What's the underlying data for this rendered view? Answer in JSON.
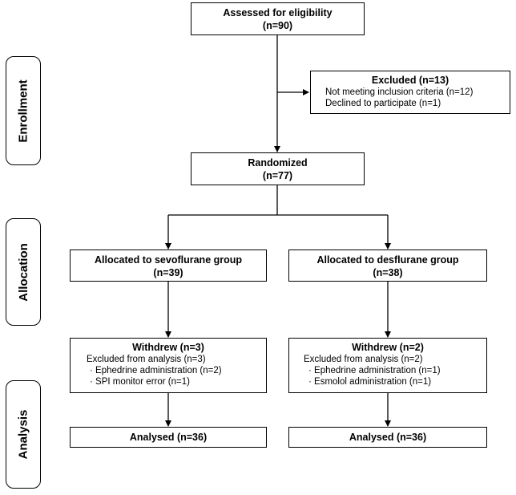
{
  "stages": {
    "enrollment": "Enrollment",
    "allocation": "Allocation",
    "analysis": "Analysis"
  },
  "assessed": {
    "title": "Assessed for eligibility",
    "count": "(n=90)"
  },
  "excluded": {
    "title": "Excluded (n=13)",
    "line1": "Not meeting inclusion criteria (n=12)",
    "line2": "Declined to participate (n=1)"
  },
  "randomized": {
    "title": "Randomized",
    "count": "(n=77)"
  },
  "sevo": {
    "allocated": {
      "title": "Allocated to sevoflurane group",
      "count": "(n=39)"
    },
    "withdrew": {
      "title": "Withdrew (n=3)",
      "excluded": "Excluded from analysis (n=3)",
      "reason1": "· Ephedrine administration (n=2)",
      "reason2": "· SPI monitor error (n=1)"
    },
    "analysed": "Analysed (n=36)"
  },
  "des": {
    "allocated": {
      "title": "Allocated to desflurane group",
      "count": "(n=38)"
    },
    "withdrew": {
      "title": "Withdrew (n=2)",
      "excluded": "Excluded from analysis (n=2)",
      "reason1": "· Ephedrine administration (n=1)",
      "reason2": "· Esmolol administration (n=1)"
    },
    "analysed": "Analysed (n=36)"
  }
}
